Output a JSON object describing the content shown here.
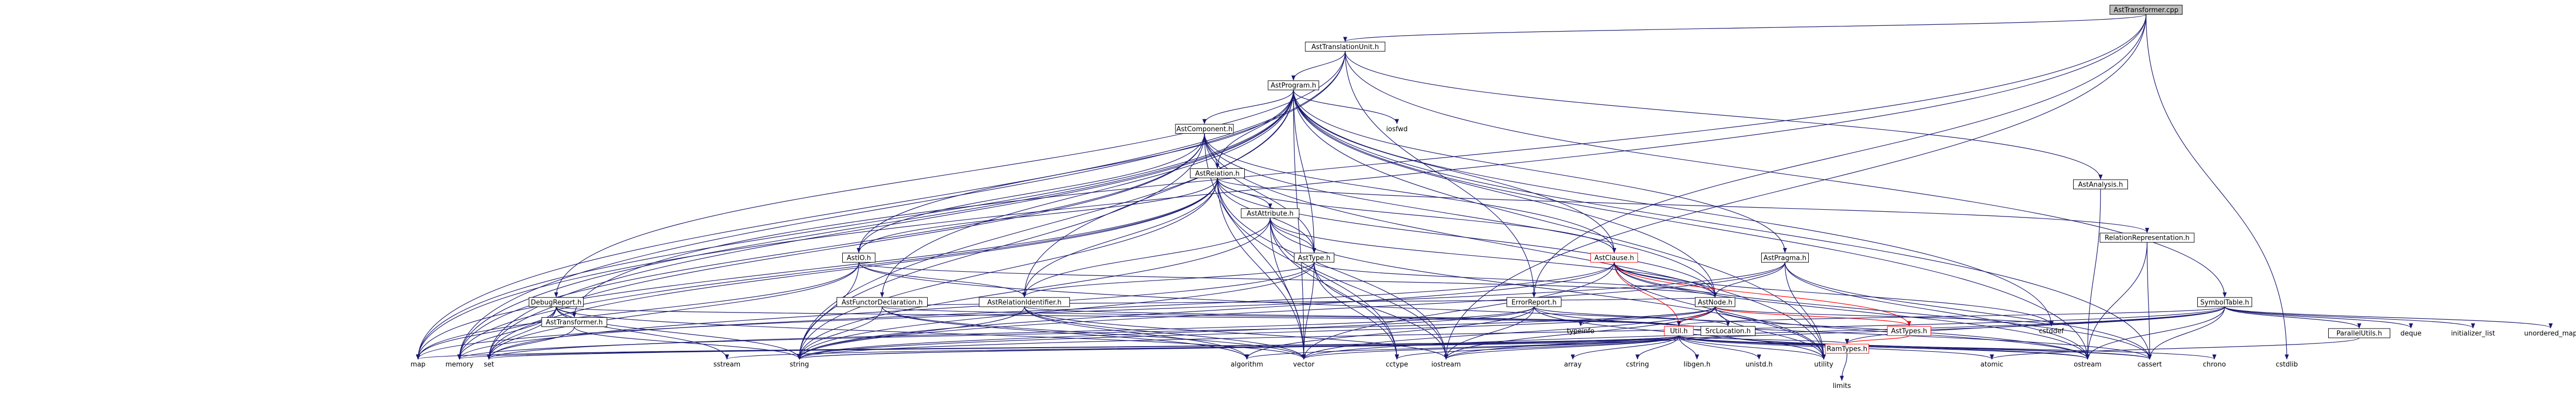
{
  "colors": {
    "edge": "#191970",
    "edge_red": "#ff0000",
    "box_border": "#000000",
    "box_border_red": "#ff0000",
    "root_fill": "#bfbfbf",
    "node_fill": "#ffffff",
    "text": "#000000"
  },
  "nodes": [
    {
      "id": "root",
      "label": "AstTransformer.cpp",
      "kind": "root"
    },
    {
      "id": "tu",
      "label": "AstTranslationUnit.h",
      "kind": "box"
    },
    {
      "id": "prog",
      "label": "AstProgram.h",
      "kind": "box"
    },
    {
      "id": "analysis",
      "label": "AstAnalysis.h",
      "kind": "box"
    },
    {
      "id": "component",
      "label": "AstComponent.h",
      "kind": "box"
    },
    {
      "id": "iosfwd",
      "label": "iosfwd",
      "kind": "plain"
    },
    {
      "id": "relation",
      "label": "AstRelation.h",
      "kind": "box"
    },
    {
      "id": "attribute",
      "label": "AstAttribute.h",
      "kind": "box"
    },
    {
      "id": "relrep",
      "label": "RelationRepresentation.h",
      "kind": "box"
    },
    {
      "id": "clause",
      "label": "AstClause.h",
      "kind": "box_red"
    },
    {
      "id": "pragma",
      "label": "AstPragma.h",
      "kind": "box"
    },
    {
      "id": "astio",
      "label": "AstIO.h",
      "kind": "box"
    },
    {
      "id": "asttype",
      "label": "AstType.h",
      "kind": "box"
    },
    {
      "id": "debug",
      "label": "DebugReport.h",
      "kind": "box"
    },
    {
      "id": "functor",
      "label": "AstFunctorDeclaration.h",
      "kind": "box"
    },
    {
      "id": "relid",
      "label": "AstRelationIdentifier.h",
      "kind": "box"
    },
    {
      "id": "error",
      "label": "ErrorReport.h",
      "kind": "box"
    },
    {
      "id": "astnode",
      "label": "AstNode.h",
      "kind": "box"
    },
    {
      "id": "symtab",
      "label": "SymbolTable.h",
      "kind": "box"
    },
    {
      "id": "parallel",
      "label": "ParallelUtils.h",
      "kind": "box"
    },
    {
      "id": "asttr",
      "label": "AstTransformer.h",
      "kind": "box"
    },
    {
      "id": "srcloc",
      "label": "SrcLocation.h",
      "kind": "box"
    },
    {
      "id": "asttypes",
      "label": "AstTypes.h",
      "kind": "box_red"
    },
    {
      "id": "util",
      "label": "Util.h",
      "kind": "box_red"
    },
    {
      "id": "ramtypes",
      "label": "RamTypes.h",
      "kind": "box_red"
    },
    {
      "id": "limits",
      "label": "limits",
      "kind": "plain"
    },
    {
      "id": "typeinfo",
      "label": "typeinfo",
      "kind": "plain"
    },
    {
      "id": "cstddef",
      "label": "cstddef",
      "kind": "plain"
    },
    {
      "id": "deque",
      "label": "deque",
      "kind": "plain"
    },
    {
      "id": "initlist",
      "label": "initializer_list",
      "kind": "plain"
    },
    {
      "id": "umap",
      "label": "unordered_map",
      "kind": "plain"
    },
    {
      "id": "map",
      "label": "map",
      "kind": "plain"
    },
    {
      "id": "memory",
      "label": "memory",
      "kind": "plain"
    },
    {
      "id": "set",
      "label": "set",
      "kind": "plain"
    },
    {
      "id": "sstream",
      "label": "sstream",
      "kind": "plain"
    },
    {
      "id": "string",
      "label": "string",
      "kind": "plain"
    },
    {
      "id": "algorithm",
      "label": "algorithm",
      "kind": "plain"
    },
    {
      "id": "vector",
      "label": "vector",
      "kind": "plain"
    },
    {
      "id": "cctype",
      "label": "cctype",
      "kind": "plain"
    },
    {
      "id": "iostream",
      "label": "iostream",
      "kind": "plain"
    },
    {
      "id": "array",
      "label": "array",
      "kind": "plain"
    },
    {
      "id": "cstring",
      "label": "cstring",
      "kind": "plain"
    },
    {
      "id": "libgen",
      "label": "libgen.h",
      "kind": "plain"
    },
    {
      "id": "unistd",
      "label": "unistd.h",
      "kind": "plain"
    },
    {
      "id": "utility",
      "label": "utility",
      "kind": "plain"
    },
    {
      "id": "atomic",
      "label": "atomic",
      "kind": "plain"
    },
    {
      "id": "ostream",
      "label": "ostream",
      "kind": "plain"
    },
    {
      "id": "cassert",
      "label": "cassert",
      "kind": "plain"
    },
    {
      "id": "chrono",
      "label": "chrono",
      "kind": "plain"
    },
    {
      "id": "cstdlib",
      "label": "cstdlib",
      "kind": "plain"
    }
  ],
  "edges": [
    [
      "root",
      "tu"
    ],
    [
      "root",
      "error"
    ],
    [
      "root",
      "asttr"
    ],
    [
      "root",
      "map"
    ],
    [
      "root",
      "cstdlib"
    ],
    [
      "root",
      "iostream"
    ],
    [
      "tu",
      "prog"
    ],
    [
      "tu",
      "analysis"
    ],
    [
      "tu",
      "debug"
    ],
    [
      "tu",
      "error"
    ],
    [
      "tu",
      "symtab"
    ],
    [
      "tu",
      "map"
    ],
    [
      "tu",
      "memory"
    ],
    [
      "prog",
      "component"
    ],
    [
      "prog",
      "relation"
    ],
    [
      "prog",
      "astio"
    ],
    [
      "prog",
      "asttype"
    ],
    [
      "prog",
      "clause"
    ],
    [
      "prog",
      "pragma"
    ],
    [
      "prog",
      "functor"
    ],
    [
      "prog",
      "relid"
    ],
    [
      "prog",
      "astnode"
    ],
    [
      "prog",
      "iosfwd"
    ],
    [
      "prog",
      "map"
    ],
    [
      "prog",
      "memory"
    ],
    [
      "prog",
      "set"
    ],
    [
      "prog",
      "string"
    ],
    [
      "prog",
      "vector"
    ],
    [
      "prog",
      "utility"
    ],
    [
      "prog",
      "cstddef"
    ],
    [
      "prog",
      "cassert"
    ],
    [
      "prog",
      "ostream"
    ],
    [
      "analysis",
      "ostream"
    ],
    [
      "component",
      "relation"
    ],
    [
      "component",
      "astio"
    ],
    [
      "component",
      "asttype"
    ],
    [
      "component",
      "clause"
    ],
    [
      "component",
      "astnode"
    ],
    [
      "component",
      "memory"
    ],
    [
      "component",
      "string"
    ],
    [
      "component",
      "vector"
    ],
    [
      "component",
      "set"
    ],
    [
      "component",
      "utility"
    ],
    [
      "relation",
      "attribute"
    ],
    [
      "relation",
      "relrep"
    ],
    [
      "relation",
      "clause"
    ],
    [
      "relation",
      "astio"
    ],
    [
      "relation",
      "asttype"
    ],
    [
      "relation",
      "relid"
    ],
    [
      "relation",
      "astnode"
    ],
    [
      "relation",
      "memory"
    ],
    [
      "relation",
      "set"
    ],
    [
      "relation",
      "string"
    ],
    [
      "relation",
      "vector"
    ],
    [
      "relation",
      "cctype"
    ],
    [
      "relation",
      "iostream"
    ],
    [
      "relation",
      "map"
    ],
    [
      "attribute",
      "asttype"
    ],
    [
      "attribute",
      "astnode"
    ],
    [
      "attribute",
      "relid"
    ],
    [
      "attribute",
      "string"
    ],
    [
      "attribute",
      "vector"
    ],
    [
      "attribute",
      "cctype"
    ],
    [
      "attribute",
      "iostream"
    ],
    [
      "attribute",
      "utility"
    ],
    [
      "relrep",
      "ostream"
    ],
    [
      "relrep",
      "cassert"
    ],
    [
      "clause",
      "astnode"
    ],
    [
      "clause",
      "util"
    ],
    [
      "clause",
      "asttypes"
    ],
    [
      "clause",
      "string"
    ],
    [
      "clause",
      "vector"
    ],
    [
      "clause",
      "memory"
    ],
    [
      "clause",
      "cstddef"
    ],
    [
      "clause",
      "cassert"
    ],
    [
      "clause",
      "utility"
    ],
    [
      "clause",
      "ostream"
    ],
    [
      "pragma",
      "astnode"
    ],
    [
      "pragma",
      "string"
    ],
    [
      "pragma",
      "ostream"
    ],
    [
      "pragma",
      "utility"
    ],
    [
      "pragma",
      "cassert"
    ],
    [
      "pragma",
      "map"
    ],
    [
      "astio",
      "astnode"
    ],
    [
      "astio",
      "relid"
    ],
    [
      "astio",
      "map"
    ],
    [
      "astio",
      "set"
    ],
    [
      "astio",
      "string"
    ],
    [
      "astio",
      "ostream"
    ],
    [
      "asttype",
      "astnode"
    ],
    [
      "asttype",
      "relid"
    ],
    [
      "asttype",
      "iostream"
    ],
    [
      "asttype",
      "set"
    ],
    [
      "asttype",
      "string"
    ],
    [
      "asttype",
      "vector"
    ],
    [
      "asttype",
      "cctype"
    ],
    [
      "debug",
      "sstream"
    ],
    [
      "debug",
      "string"
    ],
    [
      "debug",
      "vector"
    ],
    [
      "debug",
      "set"
    ],
    [
      "debug",
      "memory"
    ],
    [
      "debug",
      "map"
    ],
    [
      "debug",
      "asttr"
    ],
    [
      "debug",
      "util"
    ],
    [
      "functor",
      "astnode"
    ],
    [
      "functor",
      "util"
    ],
    [
      "functor",
      "string"
    ],
    [
      "functor",
      "vector"
    ],
    [
      "functor",
      "algorithm"
    ],
    [
      "relid",
      "util"
    ],
    [
      "relid",
      "string"
    ],
    [
      "relid",
      "vector"
    ],
    [
      "relid",
      "algorithm"
    ],
    [
      "relid",
      "iostream"
    ],
    [
      "error",
      "srcloc"
    ],
    [
      "error",
      "algorithm"
    ],
    [
      "error",
      "set"
    ],
    [
      "error",
      "iostream"
    ],
    [
      "error",
      "string"
    ],
    [
      "error",
      "cassert"
    ],
    [
      "error",
      "utility"
    ],
    [
      "astnode",
      "srcloc"
    ],
    [
      "astnode",
      "util"
    ],
    [
      "astnode",
      "asttypes"
    ],
    [
      "astnode",
      "memory"
    ],
    [
      "astnode",
      "string"
    ],
    [
      "astnode",
      "typeinfo"
    ],
    [
      "astnode",
      "vector"
    ],
    [
      "astnode",
      "cstddef"
    ],
    [
      "astnode",
      "utility"
    ],
    [
      "astnode",
      "iostream"
    ],
    [
      "astnode",
      "ostream"
    ],
    [
      "symtab",
      "util"
    ],
    [
      "symtab",
      "parallel"
    ],
    [
      "symtab",
      "deque"
    ],
    [
      "symtab",
      "initlist"
    ],
    [
      "symtab",
      "umap"
    ],
    [
      "symtab",
      "iostream"
    ],
    [
      "symtab",
      "string"
    ],
    [
      "symtab",
      "vector"
    ],
    [
      "symtab",
      "cassert"
    ],
    [
      "symtab",
      "ramtypes"
    ],
    [
      "symtab",
      "ostream"
    ],
    [
      "parallel",
      "atomic"
    ],
    [
      "asttr",
      "set"
    ],
    [
      "asttr",
      "string"
    ],
    [
      "srcloc",
      "util"
    ],
    [
      "srcloc",
      "string"
    ],
    [
      "srcloc",
      "ostream"
    ],
    [
      "srcloc",
      "cassert"
    ],
    [
      "asttypes",
      "ramtypes"
    ],
    [
      "util",
      "ramtypes"
    ],
    [
      "util",
      "algorithm"
    ],
    [
      "util",
      "array"
    ],
    [
      "util",
      "atomic"
    ],
    [
      "util",
      "cctype"
    ],
    [
      "util",
      "chrono"
    ],
    [
      "util",
      "cstring"
    ],
    [
      "util",
      "iostream"
    ],
    [
      "util",
      "map"
    ],
    [
      "util",
      "memory"
    ],
    [
      "util",
      "set"
    ],
    [
      "util",
      "sstream"
    ],
    [
      "util",
      "string"
    ],
    [
      "util",
      "utility"
    ],
    [
      "util",
      "vector"
    ],
    [
      "util",
      "libgen"
    ],
    [
      "util",
      "unistd"
    ],
    [
      "util",
      "ostream"
    ],
    [
      "util",
      "cassert"
    ],
    [
      "ramtypes",
      "limits"
    ]
  ]
}
